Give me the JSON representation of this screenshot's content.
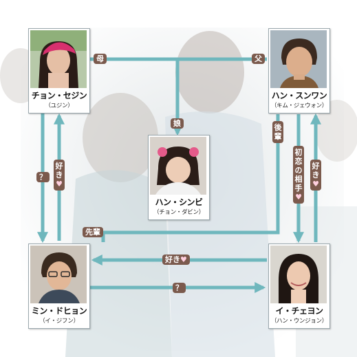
{
  "people": {
    "sejin": {
      "name": "チョン・セジン",
      "reading": "（ユジン）"
    },
    "seungwan": {
      "name": "ハン・スンワン",
      "reading": "（キム・ジェウォン）"
    },
    "shinbi": {
      "name": "ハン・シンビ",
      "reading": "（チョン・ダビン）"
    },
    "dohyun": {
      "name": "ミン・ドヒョン",
      "reading": "（イ・ジフン）"
    },
    "chaeyeon": {
      "name": "イ・チェヨン",
      "reading": "（ハン・ウンジョン）"
    }
  },
  "relations": {
    "mother": "母",
    "father": "父",
    "daughter": "娘",
    "senior": "後輩",
    "senpai": "先輩",
    "first_love": "初恋の相手",
    "likes": "好き",
    "heart": "♥",
    "unknown": "？"
  },
  "colors": {
    "arrow": "#6fb7bd",
    "label_bg": "#7b5a4d",
    "card_border": "#9aa7ad"
  }
}
